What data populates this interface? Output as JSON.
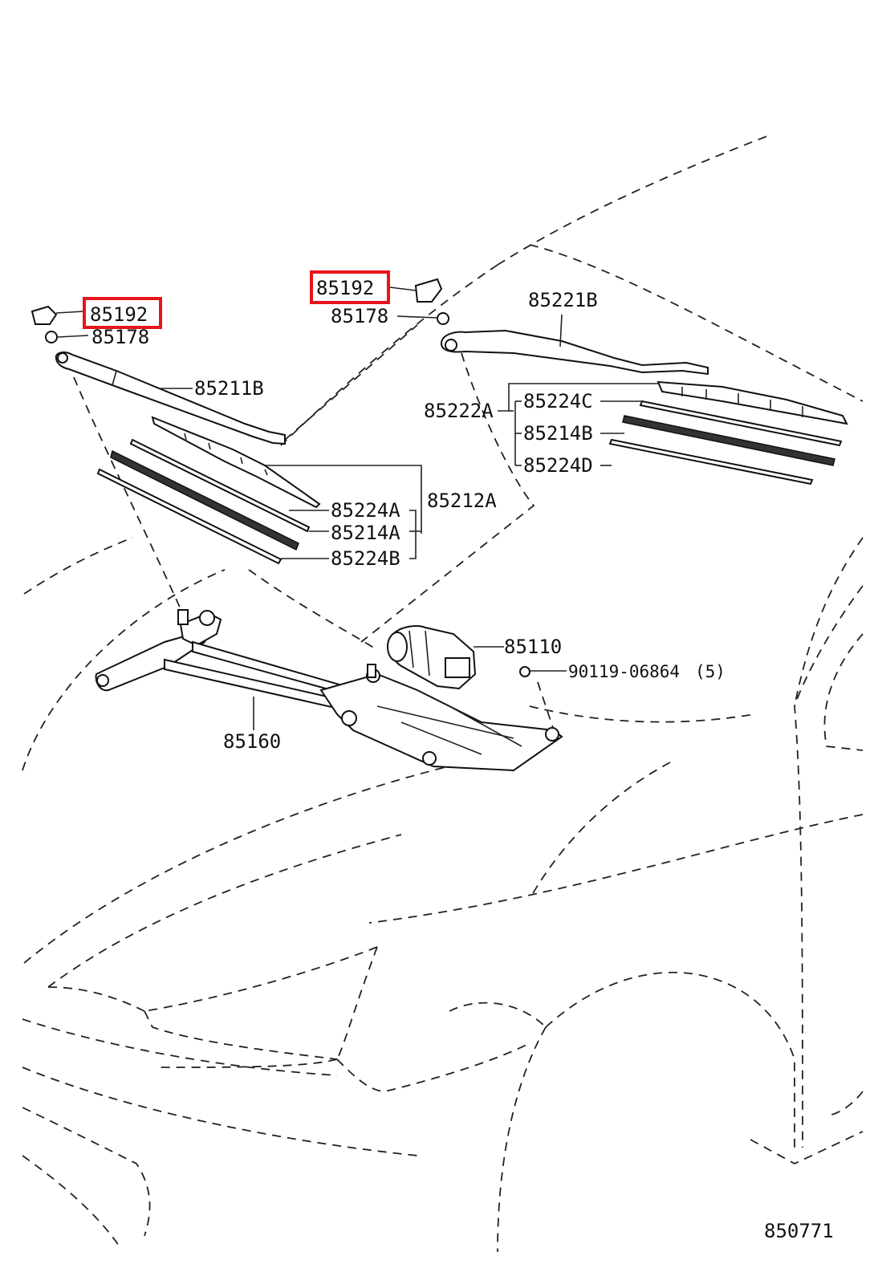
{
  "diagram": {
    "labels": {
      "cap_left": "85192",
      "nut_left": "85178",
      "cap_right": "85192",
      "nut_right": "85178",
      "arm_right": "85221B",
      "arm_left": "85211B",
      "blade_assy_right": "85222A",
      "insert_c": "85224C",
      "rubber_b": "85214B",
      "insert_d": "85224D",
      "blade_assy_left": "85212A",
      "insert_a": "85224A",
      "rubber_a": "85214A",
      "insert_b": "85224B",
      "motor": "85110",
      "bolt": "90119-06864",
      "bolt_qty": "(5)",
      "linkage": "85160",
      "figure_id": "850771"
    },
    "highlight_color": "#e8141b",
    "line_color": "#222222"
  }
}
